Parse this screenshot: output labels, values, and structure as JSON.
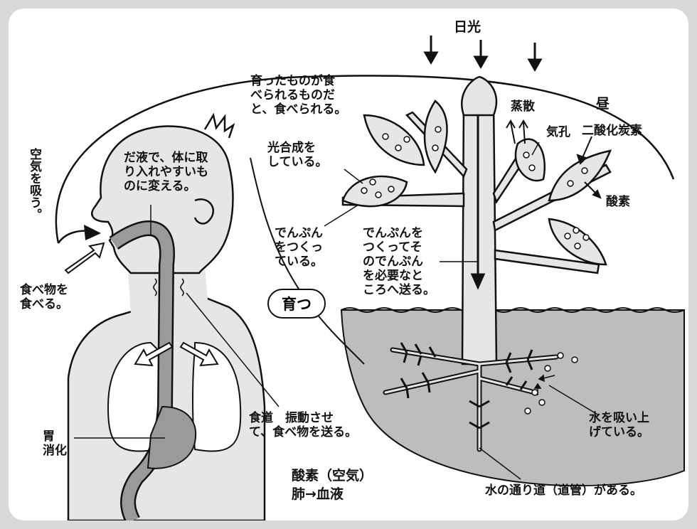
{
  "labels": {
    "sunlight": "日光",
    "eaten": "育ったものが食\nべられるものだ\nと、食べられる。",
    "saliva": "だ液で、体に取\nり入れやすいも\nのに変える。",
    "breathe": "空気を吸う。",
    "eat_food": "食べ物を\n食べる。",
    "photosynthesis": "光合成を\nしている。",
    "make_starch": "でんぷん\nをつくっ\nている。",
    "send_starch": "でんぷんを\nつくってそ\nのでんぷん\nを必要なと\nころへ送る。",
    "transpiration": "蒸散",
    "stomata": "気孔",
    "daytime": "昼",
    "co2": "二酸化炭素",
    "oxygen": "酸素",
    "grow": "育つ",
    "esophagus": "食道　振動させ\nて、食べ物を送る。",
    "stomach": "胃\n消化",
    "oxygen_air": "酸素（空気）\n肺→血液",
    "absorb_water": "水を吸い上\nげている。",
    "vessel": "水の通り道（道管）がある。"
  }
}
